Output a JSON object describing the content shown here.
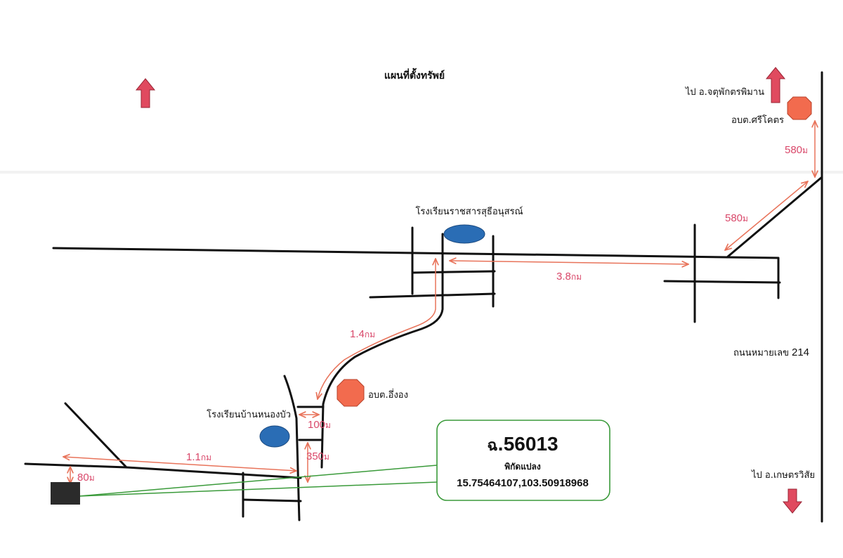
{
  "map": {
    "title": "แผนที่ตั้งทรัพย์",
    "directions": {
      "north_label": "ไป อ.จตุพักตรพิมาน",
      "south_label": "ไป อ.เกษตรวิสัย"
    },
    "landmarks": {
      "sao_srikhot": "อบต.ศรีโคตร",
      "school_ratsan": "โรงเรียนราชสารสุธีอนุสรณ์",
      "sao_ueng": "อบต.อึ่งอง",
      "school_nongbua": "โรงเรียนบ้านหนองบัว"
    },
    "road": {
      "label": "ถนนหมายเลข",
      "number": "214"
    },
    "distances": {
      "d580_vertical": {
        "value": "580",
        "unit": "ม"
      },
      "d580_diagonal": {
        "value": "580",
        "unit": "ม"
      },
      "d3_8": {
        "value": "3.8",
        "unit": "กม"
      },
      "d1_4": {
        "value": "1.4",
        "unit": "กม"
      },
      "d100": {
        "value": "100",
        "unit": "ม"
      },
      "d350": {
        "value": "350",
        "unit": "ม"
      },
      "d1_1": {
        "value": "1.1",
        "unit": "กม"
      },
      "d80": {
        "value": "80",
        "unit": "ม"
      }
    },
    "callout": {
      "deed_prefix": "ฉ.",
      "deed_number": "56013",
      "coord_label": "พิกัดแปลง",
      "coordinates": "15.75464107,103.50918968"
    },
    "colors": {
      "road": "#111111",
      "arrow": "#e04a5f",
      "distance": "#d9486a",
      "office": "#f26b4e",
      "school": "#2a6db5",
      "callout_border": "#3a9a3a",
      "plot": "#2b2b2b"
    }
  }
}
